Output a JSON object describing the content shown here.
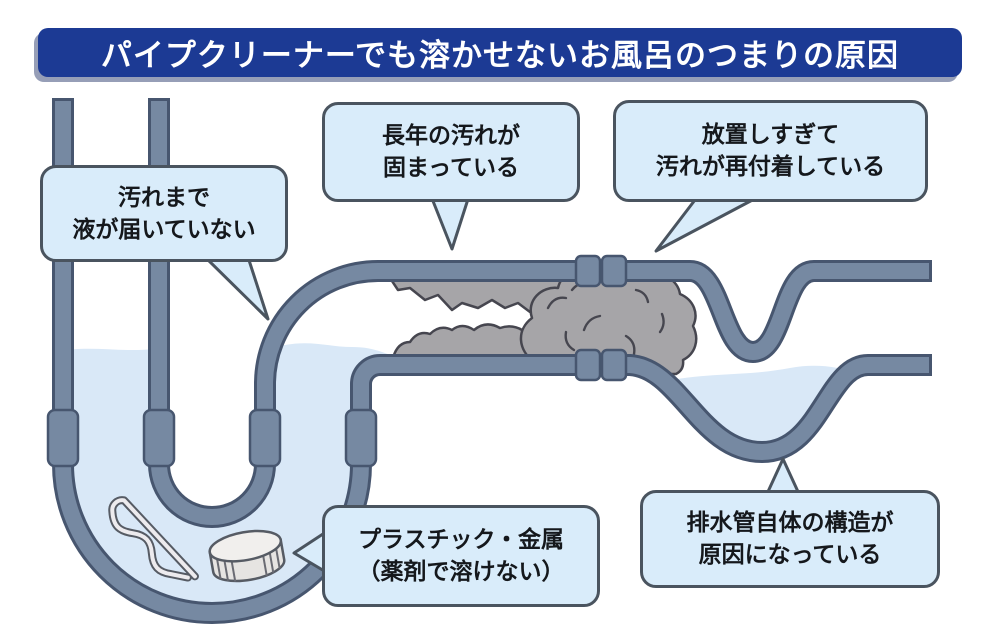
{
  "title": {
    "text": "パイプクリーナーでも溶かせないお風呂のつまりの原因"
  },
  "bubbles": [
    {
      "id": "liquid-not-reaching",
      "line1": "汚れまで",
      "line2": "液が届いていない"
    },
    {
      "id": "hardened-grime",
      "line1": "長年の汚れが",
      "line2": "固まっている"
    },
    {
      "id": "reattached-grime",
      "line1": "放置しすぎて",
      "line2": "汚れが再付着している"
    },
    {
      "id": "plastic-metal",
      "line1": "プラスチック・金属",
      "line2": "（薬剤で溶けない）"
    },
    {
      "id": "pipe-structure",
      "line1": "排水管自体の構造が",
      "line2": "原因になっている"
    }
  ],
  "diagram": {
    "parts": [
      "drain-pipe",
      "p-trap",
      "trap-water",
      "sag-water",
      "clog-top",
      "clog-bottom",
      "clog-main",
      "pipe-joint-collars",
      "hairpin",
      "bottle-cap"
    ]
  },
  "colors": {
    "banner": "#1c3a94",
    "pipe_wall": "#7689a2",
    "pipe_outline": "#47566f",
    "water": "#d9e8f7",
    "bubble_fill": "#d9ecfa",
    "bubble_border": "#4a545f",
    "clog": "#a6a5a8",
    "clog_outline": "#46464f",
    "item_fill": "#edebee",
    "item_outline": "#565b64",
    "text": "#15181c"
  }
}
